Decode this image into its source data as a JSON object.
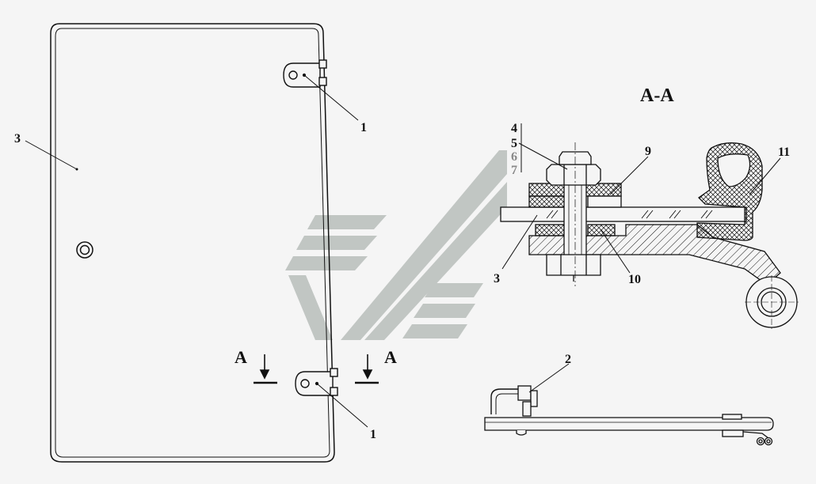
{
  "section_title": "A-A",
  "section_marks": [
    "A",
    "A"
  ],
  "door_view": {
    "door_label": "3",
    "hinge_top_label": "1",
    "hinge_bottom_label": "1"
  },
  "section_view": {
    "stack_labels": [
      "4",
      "5",
      "6",
      "7"
    ],
    "glass_label": "9",
    "seal_label": "11",
    "panel_label": "3",
    "gasket_label": "10"
  },
  "bottom_view": {
    "latch_label": "2"
  },
  "colors": {
    "line": "#111111",
    "watermark": "#b9bebb",
    "background": "#f5f5f5"
  }
}
